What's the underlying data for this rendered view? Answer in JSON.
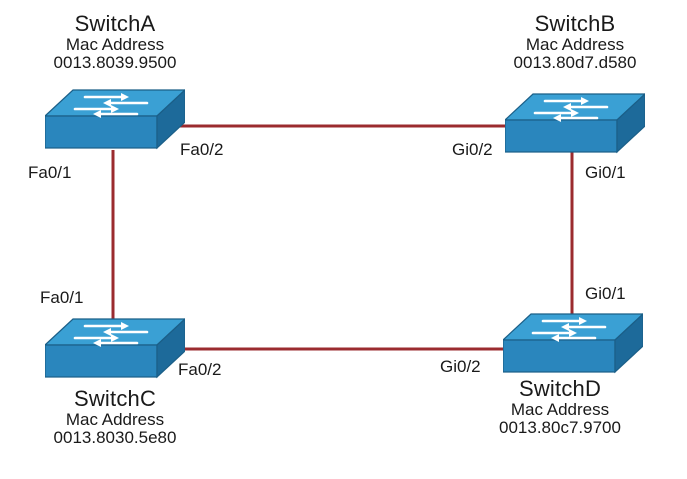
{
  "switches": {
    "a": {
      "name": "SwitchA",
      "mac_label": "Mac Address",
      "mac": "0013.8039.9500"
    },
    "b": {
      "name": "SwitchB",
      "mac_label": "Mac Address",
      "mac": "0013.80d7.d580"
    },
    "c": {
      "name": "SwitchC",
      "mac_label": "Mac Address",
      "mac": "0013.8030.5e80"
    },
    "d": {
      "name": "SwitchD",
      "mac_label": "Mac Address",
      "mac": "0013.80c7.9700"
    }
  },
  "ports": {
    "a_fa01": "Fa0/1",
    "a_fa02": "Fa0/2",
    "b_gi02": "Gi0/2",
    "b_gi01": "Gi0/1",
    "c_fa01": "Fa0/1",
    "c_fa02": "Fa0/2",
    "d_gi01": "Gi0/1",
    "d_gi02": "Gi0/2"
  },
  "colors": {
    "link": "#9b2b2f",
    "switch_top": "#3aa0d4",
    "switch_front": "#2a86bd",
    "switch_side": "#1d6a9a",
    "arrow": "#ffffff"
  },
  "links": [
    {
      "from": "SwitchA",
      "from_port": "Fa0/2",
      "to": "SwitchB",
      "to_port": "Gi0/2"
    },
    {
      "from": "SwitchA",
      "from_port": "Fa0/1",
      "to": "SwitchC",
      "to_port": "Fa0/1"
    },
    {
      "from": "SwitchB",
      "from_port": "Gi0/1",
      "to": "SwitchD",
      "to_port": "Gi0/1"
    },
    {
      "from": "SwitchC",
      "from_port": "Fa0/2",
      "to": "SwitchD",
      "to_port": "Gi0/2"
    }
  ]
}
